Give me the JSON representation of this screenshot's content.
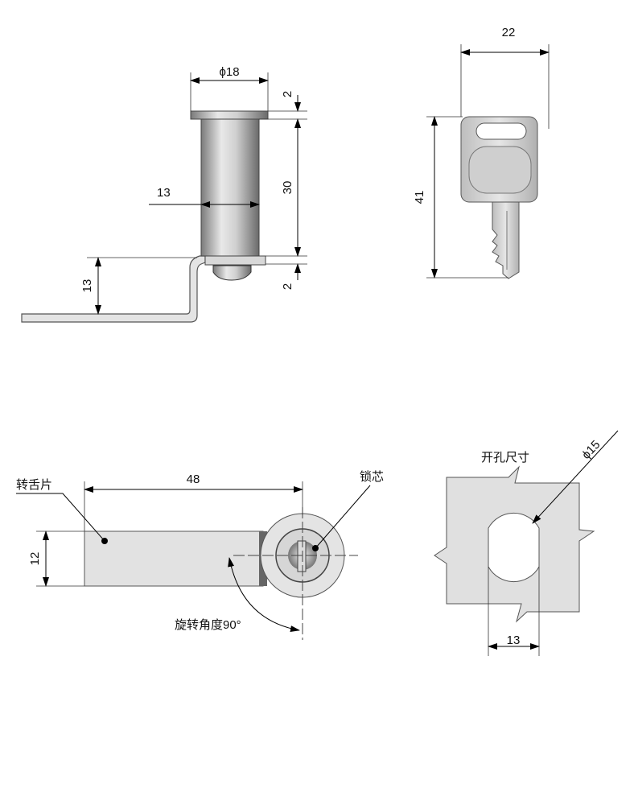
{
  "side_view": {
    "dia_label": "ϕ18",
    "flange_label": "2",
    "body_label": "30",
    "washer_label": "2",
    "inner_label": "13",
    "bracket_label": "13"
  },
  "key_view": {
    "width_label": "22",
    "height_label": "41"
  },
  "top_view": {
    "cam_label": "转舌片",
    "core_label": "锁芯",
    "length_label": "48",
    "width_label": "12",
    "rotation_label": "旋转角度90°"
  },
  "cutout_view": {
    "title": "开孔尺寸",
    "dia_label": "ϕ15",
    "flat_label": "13"
  }
}
